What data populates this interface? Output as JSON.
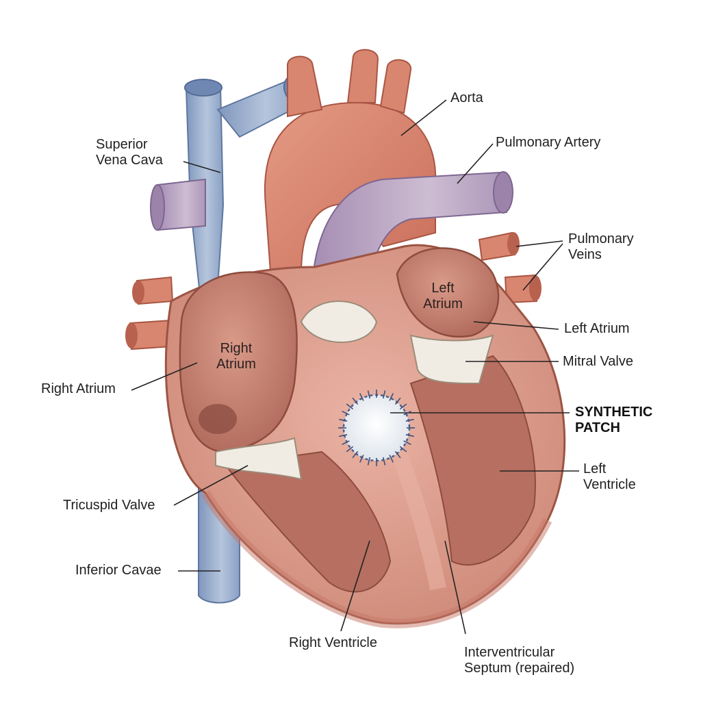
{
  "diagram": {
    "labels": {
      "aorta": "Aorta",
      "pulmonary_artery": "Pulmonary Artery",
      "superior_vena_cava": "Superior\nVena Cava",
      "pulmonary_veins": "Pulmonary\nVeins",
      "left_atrium": "Left Atrium",
      "mitral_valve": "Mitral Valve",
      "synthetic_patch": "SYNTHETIC\nPATCH",
      "left_ventricle": "Left\nVentricle",
      "right_atrium": "Right Atrium",
      "tricuspid_valve": "Tricuspid Valve",
      "inferior_cavae": "Inferior Cavae",
      "right_ventricle": "Right Ventricle",
      "interventricular_septum": "Interventricular\nSeptum (repaired)"
    },
    "inner_labels": {
      "right_atrium": "Right\nAtrium",
      "left_atrium": "Left\nAtrium"
    }
  },
  "colors": {
    "aorta": "#d9816c",
    "pulmonary_artery": "#b8a3c2",
    "vena_cava": "#8fa5c8",
    "myocardium": "#e4a393",
    "chamber": "#c98677",
    "valve": "#f1ece3",
    "patch": "#eef2f6",
    "leader": "#222222"
  }
}
